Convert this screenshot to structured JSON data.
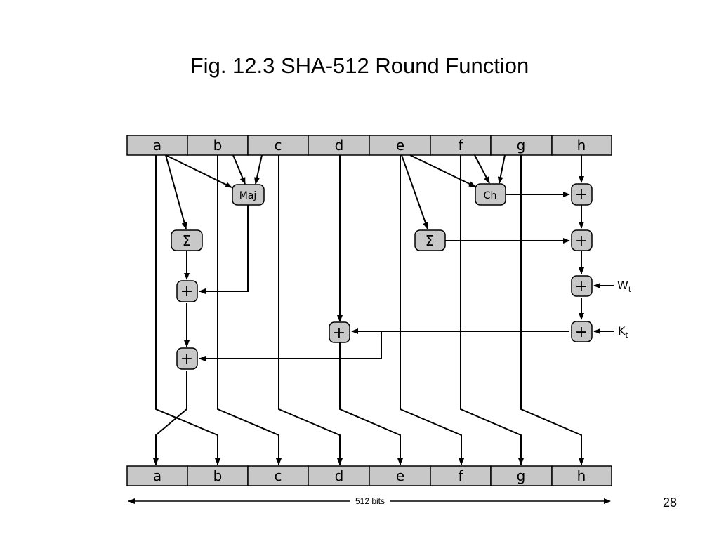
{
  "title": "Fig. 12.3 SHA-512 Round Function",
  "top_registers": [
    "a",
    "b",
    "c",
    "d",
    "e",
    "f",
    "g",
    "h"
  ],
  "bottom_registers": [
    "a",
    "b",
    "c",
    "d",
    "e",
    "f",
    "g",
    "h"
  ],
  "operations": {
    "maj": "Maj",
    "ch": "Ch",
    "sigma0": "Σ",
    "sigma1": "Σ",
    "plus": "+"
  },
  "inputs": {
    "w": "W",
    "w_sub": "t",
    "k": "K",
    "k_sub": "t"
  },
  "width_label": "512 bits",
  "page_number": "28"
}
